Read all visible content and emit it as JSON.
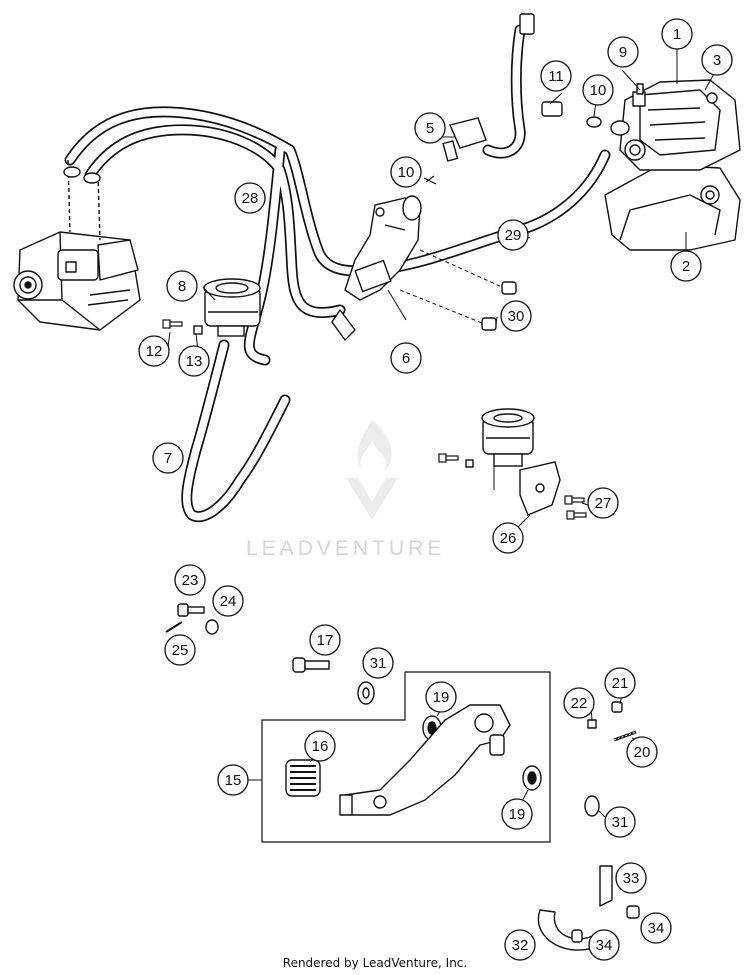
{
  "diagram": {
    "callouts": [
      {
        "id": "c1",
        "label": "1"
      },
      {
        "id": "c2",
        "label": "2"
      },
      {
        "id": "c3",
        "label": "3"
      },
      {
        "id": "c5",
        "label": "5"
      },
      {
        "id": "c6",
        "label": "6"
      },
      {
        "id": "c7",
        "label": "7"
      },
      {
        "id": "c8",
        "label": "8"
      },
      {
        "id": "c9",
        "label": "9"
      },
      {
        "id": "c10a",
        "label": "10"
      },
      {
        "id": "c10b",
        "label": "10"
      },
      {
        "id": "c11",
        "label": "11"
      },
      {
        "id": "c12",
        "label": "12"
      },
      {
        "id": "c13",
        "label": "13"
      },
      {
        "id": "c15",
        "label": "15"
      },
      {
        "id": "c16",
        "label": "16"
      },
      {
        "id": "c17",
        "label": "17"
      },
      {
        "id": "c19a",
        "label": "19"
      },
      {
        "id": "c19b",
        "label": "19"
      },
      {
        "id": "c20",
        "label": "20"
      },
      {
        "id": "c21",
        "label": "21"
      },
      {
        "id": "c22",
        "label": "22"
      },
      {
        "id": "c23",
        "label": "23"
      },
      {
        "id": "c24",
        "label": "24"
      },
      {
        "id": "c25",
        "label": "25"
      },
      {
        "id": "c26",
        "label": "26"
      },
      {
        "id": "c27",
        "label": "27"
      },
      {
        "id": "c28",
        "label": "28"
      },
      {
        "id": "c29",
        "label": "29"
      },
      {
        "id": "c30",
        "label": "30"
      },
      {
        "id": "c31a",
        "label": "31"
      },
      {
        "id": "c31b",
        "label": "31"
      },
      {
        "id": "c32",
        "label": "32"
      },
      {
        "id": "c33",
        "label": "33"
      },
      {
        "id": "c34a",
        "label": "34"
      },
      {
        "id": "c34b",
        "label": "34"
      }
    ]
  },
  "watermark": "LEADVENTURE",
  "footer": "Rendered by LeadVenture, Inc."
}
